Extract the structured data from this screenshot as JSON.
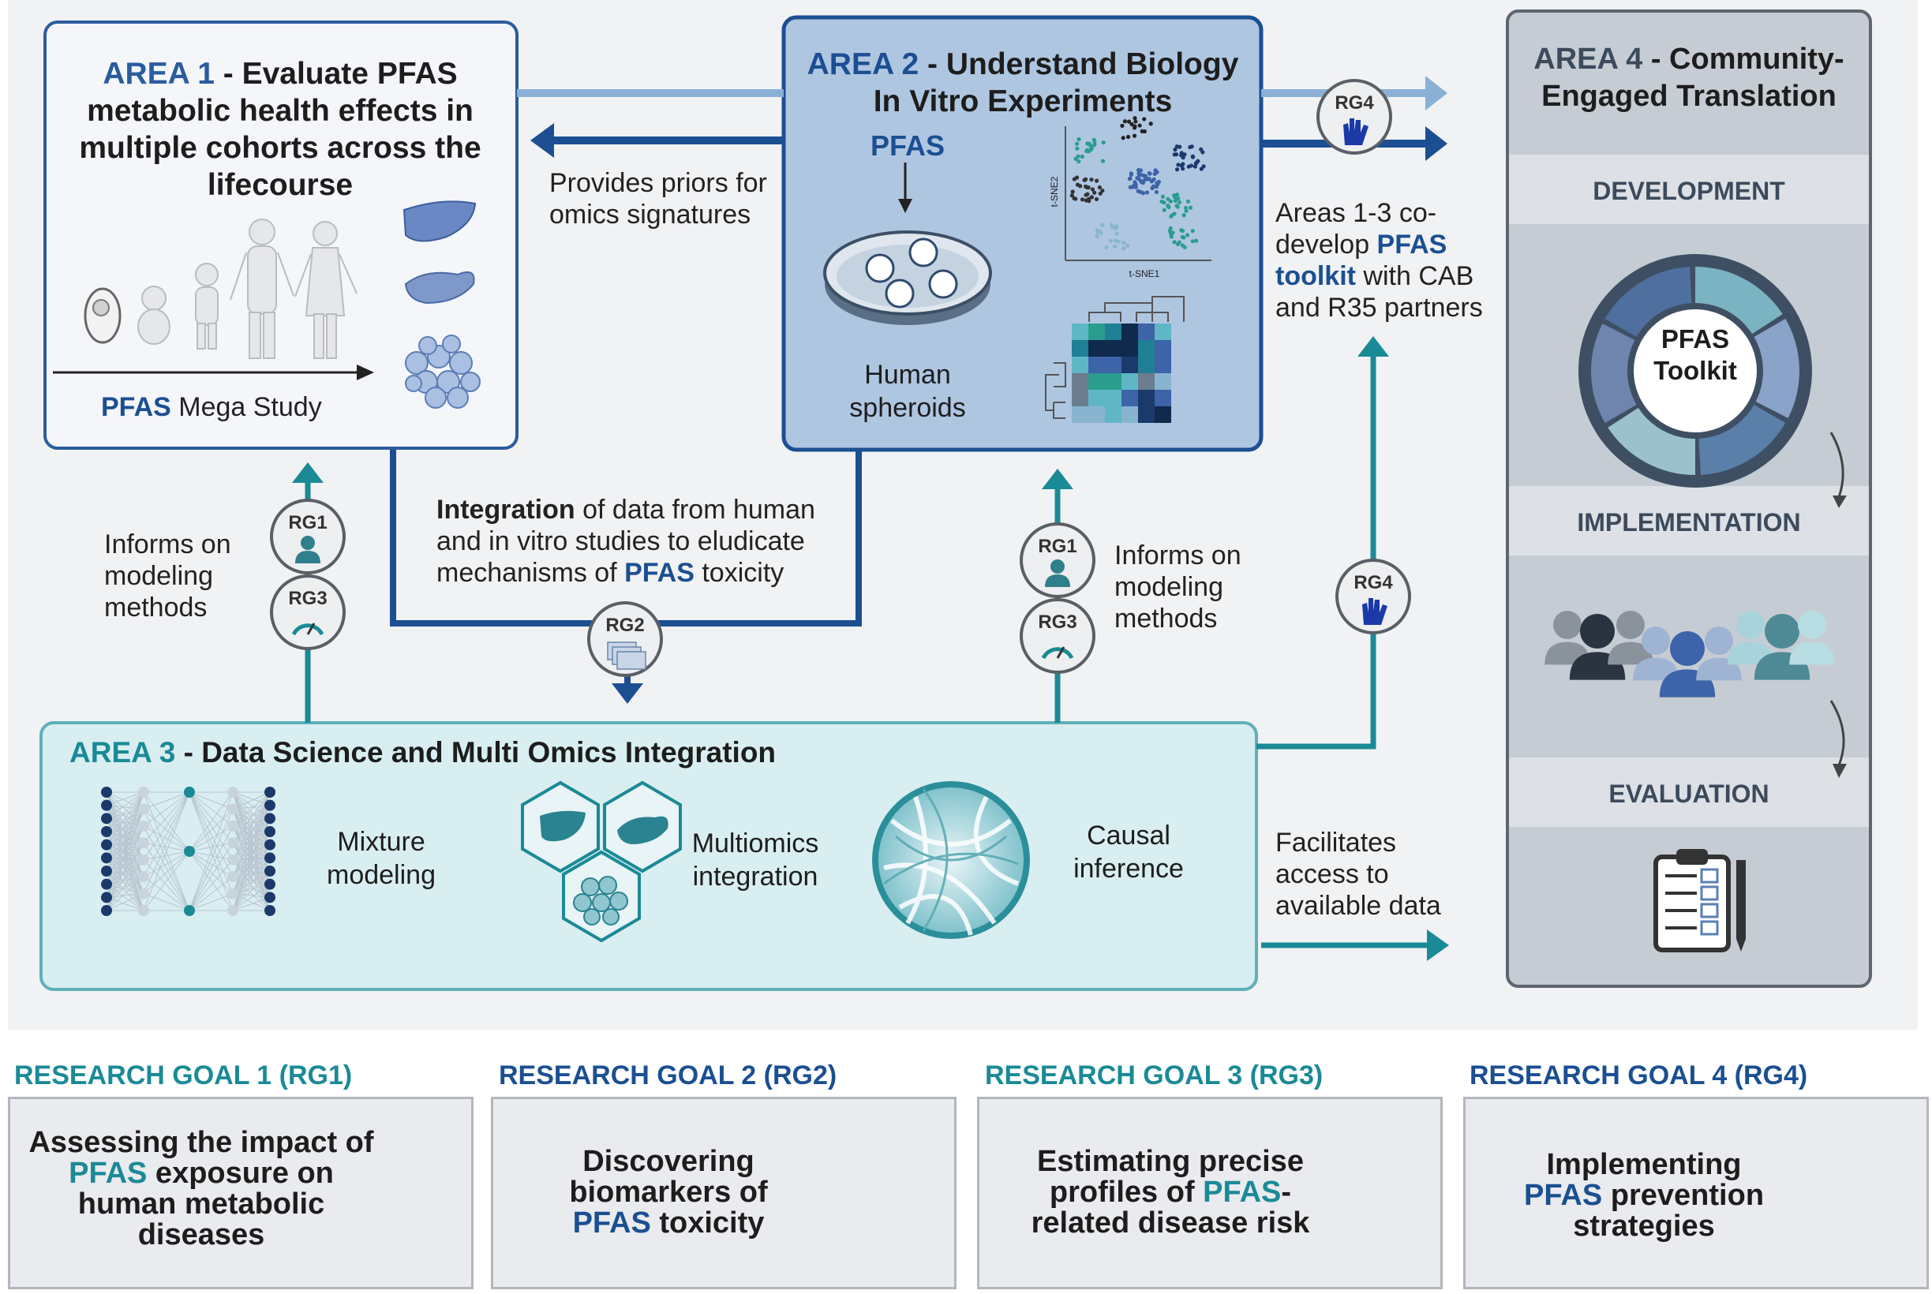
{
  "area1": {
    "number": "AREA 1",
    "title_rest": " - Evaluate PFAS metabolic health effects in multiple cohorts across the lifecourse",
    "mega_pfas": "PFAS",
    "mega_rest": " Mega Study"
  },
  "area2": {
    "number": "AREA 2",
    "title_rest": " - Understand Biology In Vitro Experiments",
    "pfas": "PFAS",
    "spheroids": "Human spheroids",
    "tsne_x": "t-SNE1",
    "tsne_y": "t-SNE2"
  },
  "area3": {
    "number": "AREA 3",
    "title_rest": " - Data Science and Multi Omics Integration",
    "mixture": "Mixture modeling",
    "multiomics": "Multiomics integration",
    "causal": "Causal inference"
  },
  "area4": {
    "number": "AREA 4",
    "title_rest": " - Community-Engaged Translation",
    "development": "DEVELOPMENT",
    "toolkit": "PFAS Toolkit",
    "implementation": "IMPLEMENTATION",
    "evaluation": "EVALUATION"
  },
  "labels": {
    "priors": "Provides priors for omics signatures",
    "informs_left": "Informs on modeling methods",
    "informs_right": "Informs on modeling methods",
    "integration_bold": "Integration",
    "integration_mid": " of data from human and in vitro studies to eludicate mechanisms of ",
    "integration_pfas": "PFAS",
    "integration_end": " toxicity",
    "codevelop_a": "Areas 1-3 co-develop ",
    "codevelop_b": "PFAS toolkit",
    "codevelop_c": " with CAB and R35 partners",
    "facilitates": "Facilitates access to available data"
  },
  "badges": {
    "rg1": "RG1",
    "rg2": "RG2",
    "rg3": "RG3",
    "rg4": "RG4"
  },
  "goals": [
    {
      "heading": "RESEARCH GOAL 1 (RG1)",
      "pre": "Assessing the impact of ",
      "pfas": "PFAS",
      "post": " exposure on human metabolic diseases",
      "badge": "RG1"
    },
    {
      "heading": "RESEARCH GOAL 2 (RG2)",
      "pre": "Discovering biomarkers of ",
      "pfas": "PFAS",
      "post": " toxicity",
      "badge": "RG2"
    },
    {
      "heading": "RESEARCH GOAL 3 (RG3)",
      "pre": "Estimating precise profiles of ",
      "pfas": "PFAS",
      "post": "-related disease risk",
      "badge": "RG3"
    },
    {
      "heading": "RESEARCH GOAL 4 (RG4)",
      "pre": "Implementing ",
      "pfas": "PFAS",
      "post": " prevention strategies",
      "badge": "RG4"
    }
  ],
  "colors": {
    "teal": "#1a8a96",
    "navy": "#1b4f92",
    "light_blue": "#8bb0d6",
    "area2_fill": "#afc6e1",
    "area3_fill": "#d9eef0",
    "area4_fill": "#c6ccd3"
  }
}
